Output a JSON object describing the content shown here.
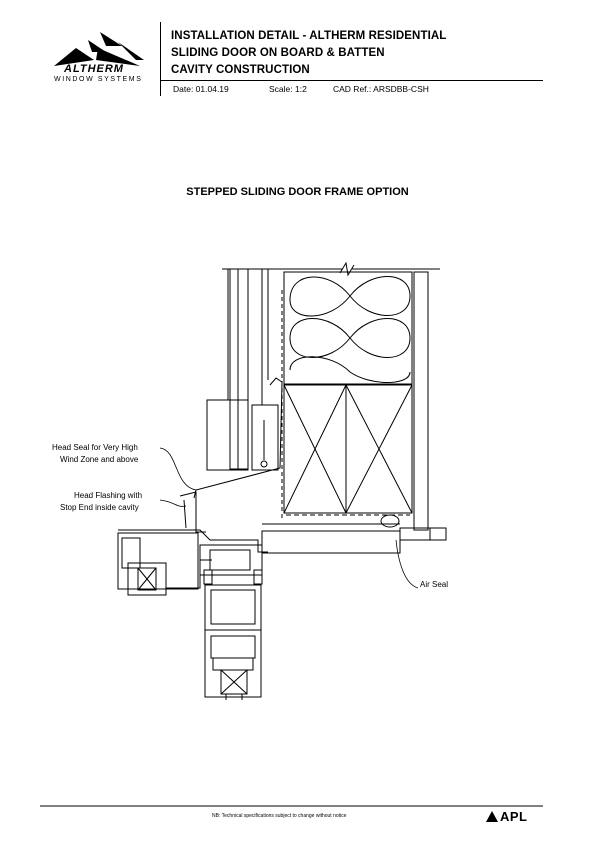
{
  "header": {
    "logo_brand": "ALTHERM",
    "logo_sub": "WINDOW SYSTEMS",
    "title_lines": [
      "INSTALLATION DETAIL - ALTHERM RESIDENTIAL",
      "SLIDING DOOR ON BOARD & BATTEN",
      "CAVITY CONSTRUCTION"
    ],
    "date": "Date: 01.04.19",
    "scale": "Scale:  1:2",
    "cad_ref": "CAD Ref.:  ARSDBB-CSH"
  },
  "drawing": {
    "heading": "STEPPED SLIDING DOOR FRAME OPTION",
    "labels": {
      "head_seal_1": "Head Seal for Very High",
      "head_seal_2": "Wind Zone and above",
      "head_flashing_1": "Head Flashing with",
      "head_flashing_2": "Stop End inside cavity",
      "air_seal": "Air Seal"
    }
  },
  "footer": {
    "note": "NB: Technical specifications subject to change without notice",
    "brand": "APL"
  }
}
